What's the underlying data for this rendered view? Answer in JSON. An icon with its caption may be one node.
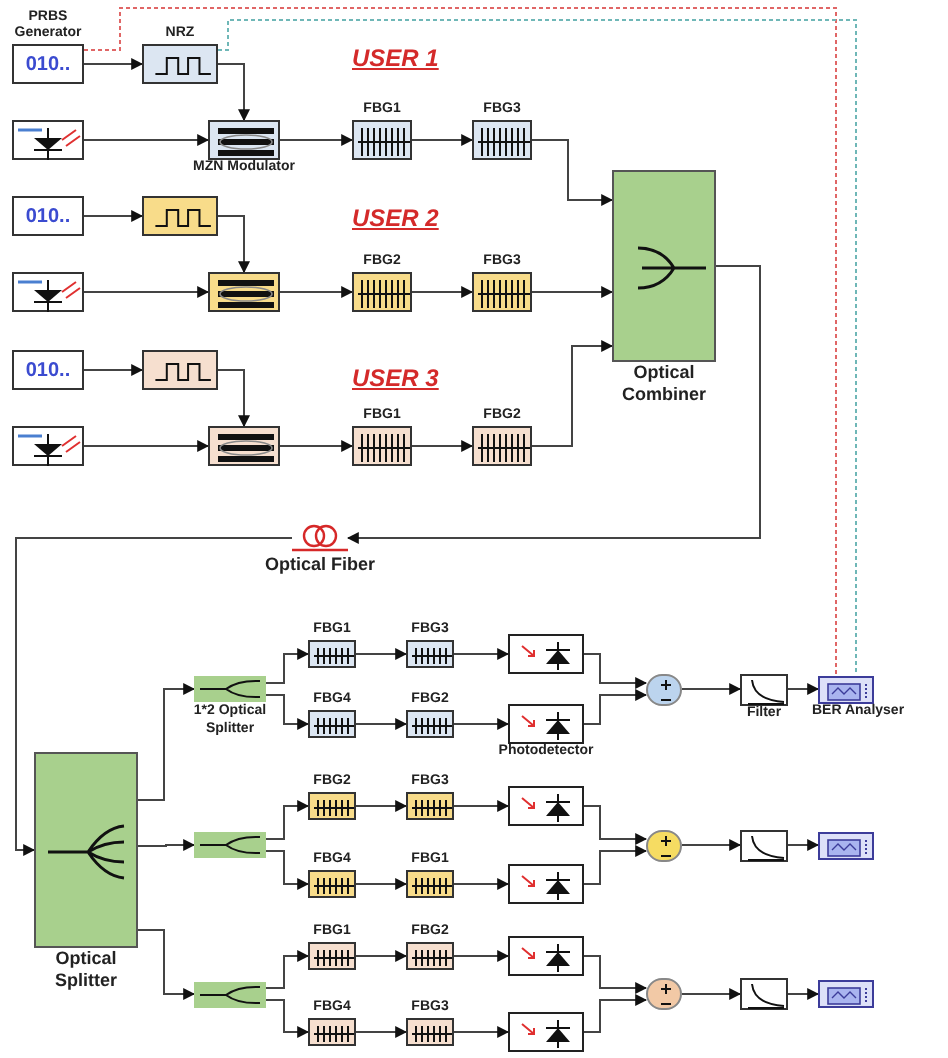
{
  "diagram": {
    "nodes": [
      {
        "text": [
          "PRBS Generator",
          "010.."
        ]
      },
      {
        "text": [
          "NRZ"
        ]
      },
      {
        "text": [],
        "shape": "box"
      },
      {
        "text": [
          "MZN Modulator"
        ]
      },
      {
        "text": [
          "FBG1"
        ]
      },
      {
        "text": [
          "FBG3"
        ]
      },
      {
        "text": [
          "010.."
        ]
      },
      {
        "text": [],
        "shape": "box"
      },
      {
        "text": [],
        "shape": "box"
      },
      {
        "text": [],
        "shape": "box"
      },
      {
        "text": [
          "FBG2"
        ]
      },
      {
        "text": [
          "FBG3"
        ]
      },
      {
        "text": [
          "010.."
        ]
      },
      {
        "text": [],
        "shape": "box"
      },
      {
        "text": [],
        "shape": "box"
      },
      {
        "text": [],
        "shape": "box"
      },
      {
        "text": [
          "FBG1"
        ]
      },
      {
        "text": [
          "FBG2"
        ]
      },
      {
        "text": [
          "Optical Combiner"
        ]
      },
      {
        "text": [
          "Optical Fiber"
        ]
      },
      {
        "text": [
          "Optical Splitter"
        ]
      },
      {
        "text": [
          "1*2 Optical Splitter"
        ]
      },
      {
        "text": [
          "FBG1"
        ]
      },
      {
        "text": [
          "FBG3"
        ]
      },
      {
        "text": [
          "FBG4"
        ]
      },
      {
        "text": [
          "FBG2"
        ]
      },
      {
        "text": [],
        "shape": "box"
      },
      {
        "text": [
          "Photodetector"
        ]
      },
      {
        "text": [],
        "shape": "circle"
      },
      {
        "text": [
          "Filter"
        ]
      },
      {
        "text": [
          "BER Analyser"
        ]
      },
      {
        "text": [],
        "shape": "box"
      },
      {
        "text": [
          "FBG2"
        ]
      },
      {
        "text": [
          "FBG3"
        ]
      },
      {
        "text": [
          "FBG4"
        ]
      },
      {
        "text": [
          "FBG1"
        ]
      },
      {
        "text": [],
        "shape": "box"
      },
      {
        "text": [],
        "shape": "box"
      },
      {
        "text": [],
        "shape": "circle"
      },
      {
        "text": [],
        "shape": "box"
      },
      {
        "text": [],
        "shape": "box"
      },
      {
        "text": [],
        "shape": "box"
      },
      {
        "text": [
          "FBG1"
        ]
      },
      {
        "text": [
          "FBG2"
        ]
      },
      {
        "text": [
          "FBG4"
        ]
      },
      {
        "text": [
          "FBG3"
        ]
      },
      {
        "text": [],
        "shape": "box"
      },
      {
        "text": [],
        "shape": "box"
      },
      {
        "text": [],
        "shape": "circle"
      },
      {
        "text": [],
        "shape": "box"
      },
      {
        "text": [],
        "shape": "box"
      }
    ],
    "edges": [
      {
        "from": 0,
        "to": 1,
        "arrow": "to"
      },
      {
        "from": 1,
        "to": 3,
        "arrow": "to"
      },
      {
        "from": 2,
        "to": 3,
        "arrow": "to"
      },
      {
        "from": 3,
        "to": 4,
        "arrow": "to"
      },
      {
        "from": 4,
        "to": 5,
        "arrow": "to"
      },
      {
        "from": 5,
        "to": 18,
        "arrow": "to"
      },
      {
        "from": 6,
        "to": 7,
        "arrow": "to"
      },
      {
        "from": 7,
        "to": 9,
        "arrow": "to"
      },
      {
        "from": 8,
        "to": 9,
        "arrow": "to"
      },
      {
        "from": 9,
        "to": 10,
        "arrow": "to"
      },
      {
        "from": 10,
        "to": 11,
        "arrow": "to"
      },
      {
        "from": 11,
        "to": 18,
        "arrow": "to"
      },
      {
        "from": 12,
        "to": 13,
        "arrow": "to"
      },
      {
        "from": 13,
        "to": 15,
        "arrow": "to"
      },
      {
        "from": 14,
        "to": 15,
        "arrow": "to"
      },
      {
        "from": 15,
        "to": 16,
        "arrow": "to"
      },
      {
        "from": 16,
        "to": 17,
        "arrow": "to"
      },
      {
        "from": 17,
        "to": 18,
        "arrow": "to"
      },
      {
        "from": 18,
        "to": 19,
        "arrow": "to"
      },
      {
        "from": 19,
        "to": 20,
        "arrow": "to"
      },
      {
        "from": 20,
        "to": 21,
        "arrow": "to"
      },
      {
        "from": 20,
        "to": 31,
        "arrow": "to"
      },
      {
        "from": 20,
        "to": 41,
        "arrow": "to"
      },
      {
        "from": 21,
        "to": 22,
        "arrow": "to"
      },
      {
        "from": 21,
        "to": 24,
        "arrow": "to"
      },
      {
        "from": 22,
        "to": 23,
        "arrow": "to"
      },
      {
        "from": 24,
        "to": 25,
        "arrow": "to"
      },
      {
        "from": 23,
        "to": 26,
        "arrow": "to"
      },
      {
        "from": 25,
        "to": 27,
        "arrow": "to"
      },
      {
        "from": 26,
        "to": 28,
        "arrow": "to"
      },
      {
        "from": 27,
        "to": 28,
        "arrow": "to"
      },
      {
        "from": 28,
        "to": 29,
        "arrow": "to"
      },
      {
        "from": 29,
        "to": 30,
        "arrow": "to"
      },
      {
        "from": 31,
        "to": 32,
        "arrow": "to"
      },
      {
        "from": 31,
        "to": 34,
        "arrow": "to"
      },
      {
        "from": 32,
        "to": 33,
        "arrow": "to"
      },
      {
        "from": 34,
        "to": 35,
        "arrow": "to"
      },
      {
        "from": 33,
        "to": 36,
        "arrow": "to"
      },
      {
        "from": 35,
        "to": 37,
        "arrow": "to"
      },
      {
        "from": 36,
        "to": 38,
        "arrow": "to"
      },
      {
        "from": 37,
        "to": 38,
        "arrow": "to"
      },
      {
        "from": 38,
        "to": 39,
        "arrow": "to"
      },
      {
        "from": 39,
        "to": 40,
        "arrow": "to"
      },
      {
        "from": 41,
        "to": 42,
        "arrow": "to"
      },
      {
        "from": 41,
        "to": 44,
        "arrow": "to"
      },
      {
        "from": 42,
        "to": 43,
        "arrow": "to"
      },
      {
        "from": 44,
        "to": 45,
        "arrow": "to"
      },
      {
        "from": 43,
        "to": 46,
        "arrow": "to"
      },
      {
        "from": 45,
        "to": 47,
        "arrow": "to"
      },
      {
        "from": 46,
        "to": 48,
        "arrow": "to"
      },
      {
        "from": 47,
        "to": 48,
        "arrow": "to"
      },
      {
        "from": 48,
        "to": 49,
        "arrow": "to"
      },
      {
        "from": 49,
        "to": 50,
        "arrow": "to"
      },
      {
        "from": 0,
        "to": 30,
        "arrow": "none",
        "style": "dashed",
        "color": "#e06666"
      },
      {
        "from": 1,
        "to": 30,
        "arrow": "none",
        "style": "dashed",
        "color": "#6fb7b7"
      }
    ],
    "labels": [
      "USER 1",
      "USER 2",
      "USER 3"
    ]
  }
}
